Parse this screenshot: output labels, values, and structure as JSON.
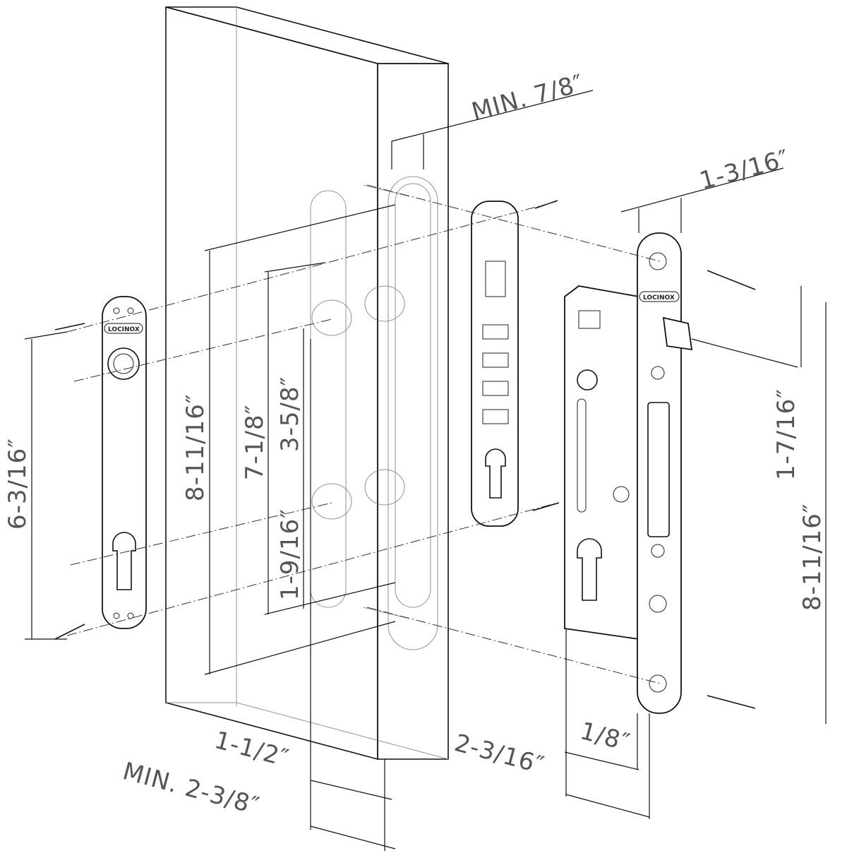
{
  "dimensions": {
    "min_wall_thickness": "MIN. 7/8″",
    "strike_plate_width": "1-3/16″",
    "outer_plate_height": "6-3/16″",
    "mounting_height": "8-11/16″",
    "hole_spacing": "7-1/8″",
    "cylinder_to_handle": "3-5/8″",
    "cylinder_hole": "1-9/16″",
    "latch_offset": "1-7/16″",
    "faceplate_height": "8-11/16″",
    "backset_profile": "1-1/2″",
    "min_profile_width": "MIN. 2-3/8″",
    "lock_body_depth": "2-3/16″",
    "faceplate_thickness": "1/8″"
  },
  "brand": "LOCINOX"
}
